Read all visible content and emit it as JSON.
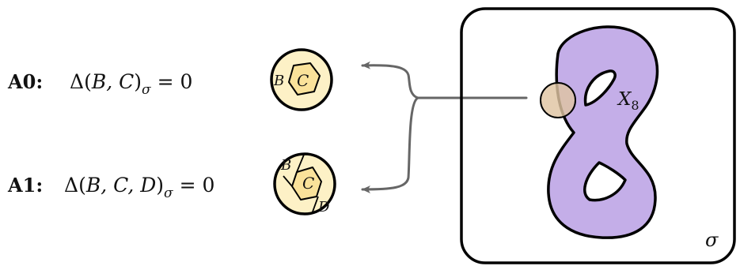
{
  "rules": [
    {
      "label": "A0:",
      "formula": {
        "delta": "Δ",
        "open": "(",
        "args": "B, C",
        "close": ")",
        "sub": "σ",
        "eq": "= 0"
      }
    },
    {
      "label": "A1:",
      "formula": {
        "delta": "Δ",
        "open": "(",
        "args": "B, C, D",
        "close": ")",
        "sub": "σ",
        "eq": "= 0"
      }
    }
  ],
  "disk0": {
    "outer_label": "B",
    "inner_label": "C"
  },
  "disk1": {
    "label_b": "B",
    "label_c": "C",
    "label_d": "D"
  },
  "region": {
    "label": "X",
    "label_sub": "8"
  },
  "frame": {
    "label": "σ"
  },
  "colors": {
    "disk_fill": "#fdf1c6",
    "disk_inner_fill": "#fae29a",
    "region_fill": "#c4aee8",
    "lens_fill": "#dfc5a2",
    "arrow": "#666666",
    "stroke": "#000000"
  }
}
